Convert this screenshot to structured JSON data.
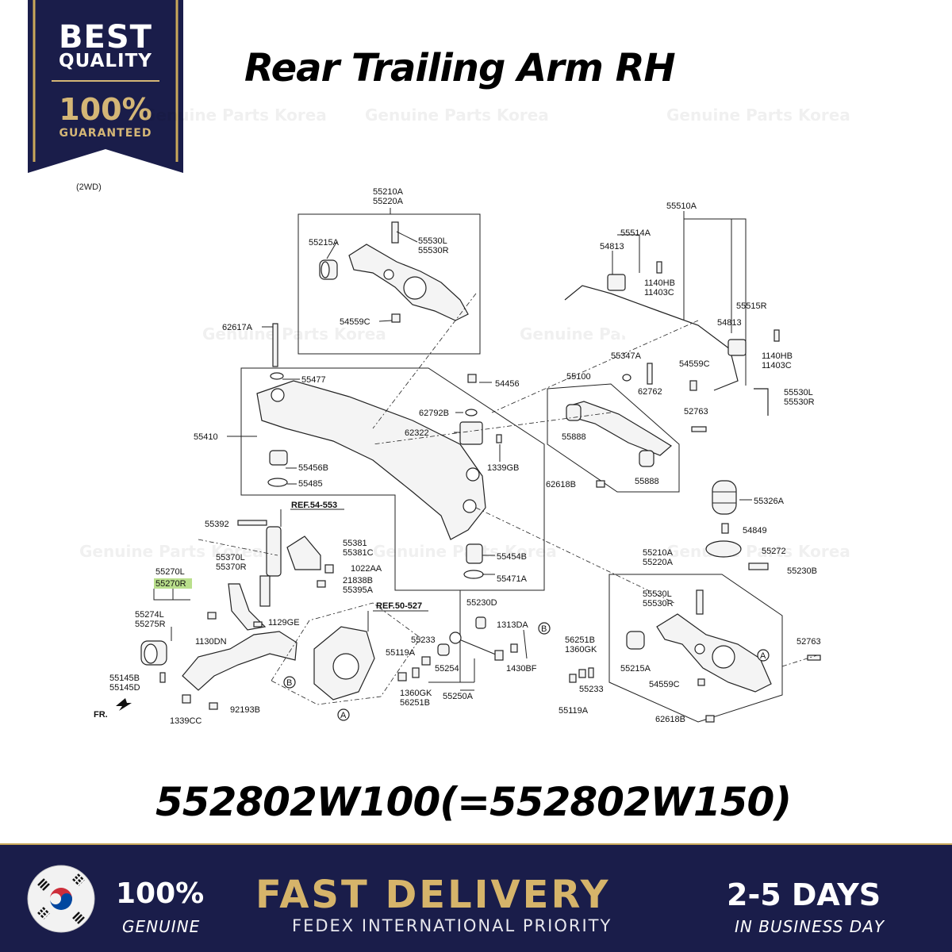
{
  "badge": {
    "line1": "BEST",
    "line2": "QUALITY",
    "percent": "100%",
    "guarantee": "GUARANTEED",
    "colors": {
      "background": "#1a1d4a",
      "accent": "#d4b676"
    }
  },
  "title": "Rear Trailing Arm RH",
  "variant": "(2WD)",
  "watermark": "Genuine Parts Korea",
  "part_number": "552802W100(=552802W150)",
  "diagram": {
    "refs": [
      "REF.54-553",
      "REF.50-527"
    ],
    "highlighted_part": "55270R",
    "direction_label": "FR.",
    "markers": [
      "A",
      "B"
    ],
    "labels": {
      "p55210A_top": "55210A",
      "p55220A_top": "55220A",
      "p55215A_top": "55215A",
      "p55530L_top": "55530L",
      "p55530R_top": "55530R",
      "p54559C_top": "54559C",
      "p62617A": "62617A",
      "p55477": "55477",
      "p55410": "55410",
      "p55456B": "55456B",
      "p55485": "55485",
      "p54456": "54456",
      "p62792B": "62792B",
      "p62322": "62322",
      "p1339GB": "1339GB",
      "p55454B": "55454B",
      "p55471A": "55471A",
      "p55510A": "55510A",
      "p55514A": "55514A",
      "p54813a": "54813",
      "p1140HB_a": "1140HB",
      "p11403C_a": "11403C",
      "p55515R": "55515R",
      "p54813b": "54813",
      "p1140HB_b": "1140HB",
      "p11403C_b": "11403C",
      "p54559C_mid": "54559C",
      "p55530L_mid": "55530L",
      "p55530R_mid": "55530R",
      "p55347A": "55347A",
      "p55100": "55100",
      "p62762": "62762",
      "p52763a": "52763",
      "p55888a": "55888",
      "p55888b": "55888",
      "p62618B_a": "62618B",
      "p55326A": "55326A",
      "p54849": "54849",
      "p55272": "55272",
      "p55230B": "55230B",
      "p55210A_bot": "55210A",
      "p55220A_bot": "55220A",
      "p55530L_bot": "55530L",
      "p55530R_bot": "55530R",
      "p55215A_bot": "55215A",
      "p52763b": "52763",
      "p54559C_bot": "54559C",
      "p62618B_b": "62618B",
      "p56251B_r": "56251B",
      "p1360GK_r": "1360GK",
      "p55233_r": "55233",
      "p55119A_r": "55119A",
      "p55392": "55392",
      "p55381": "55381",
      "p55381C": "55381C",
      "p55370L": "55370L",
      "p55370R": "55370R",
      "p1022AA": "1022AA",
      "p21838B": "21838B",
      "p55395A": "55395A",
      "p55270L": "55270L",
      "p55270R": "55270R",
      "p55274L": "55274L",
      "p55275R": "55275R",
      "p1130DN": "1130DN",
      "p1129GE": "1129GE",
      "p55145B": "55145B",
      "p55145D": "55145D",
      "p1339CC": "1339CC",
      "p92193B": "92193B",
      "p55230D": "55230D",
      "p1313DA": "1313DA",
      "p55233_m": "55233",
      "p55119A_m": "55119A",
      "p55254": "55254",
      "p1430BF": "1430BF",
      "p1360GK_m": "1360GK",
      "p56251B_m": "56251B",
      "p55250A": "55250A"
    }
  },
  "footer": {
    "genuine_percent": "100%",
    "genuine_label": "GENUINE",
    "delivery_title": "FAST DELIVERY",
    "delivery_subtitle": "FEDEX INTERNATIONAL PRIORITY",
    "days": "2-5 DAYS",
    "days_label": "IN BUSINESS DAY",
    "colors": {
      "background": "#1a1d4a",
      "gold": "#d6b46a"
    }
  }
}
